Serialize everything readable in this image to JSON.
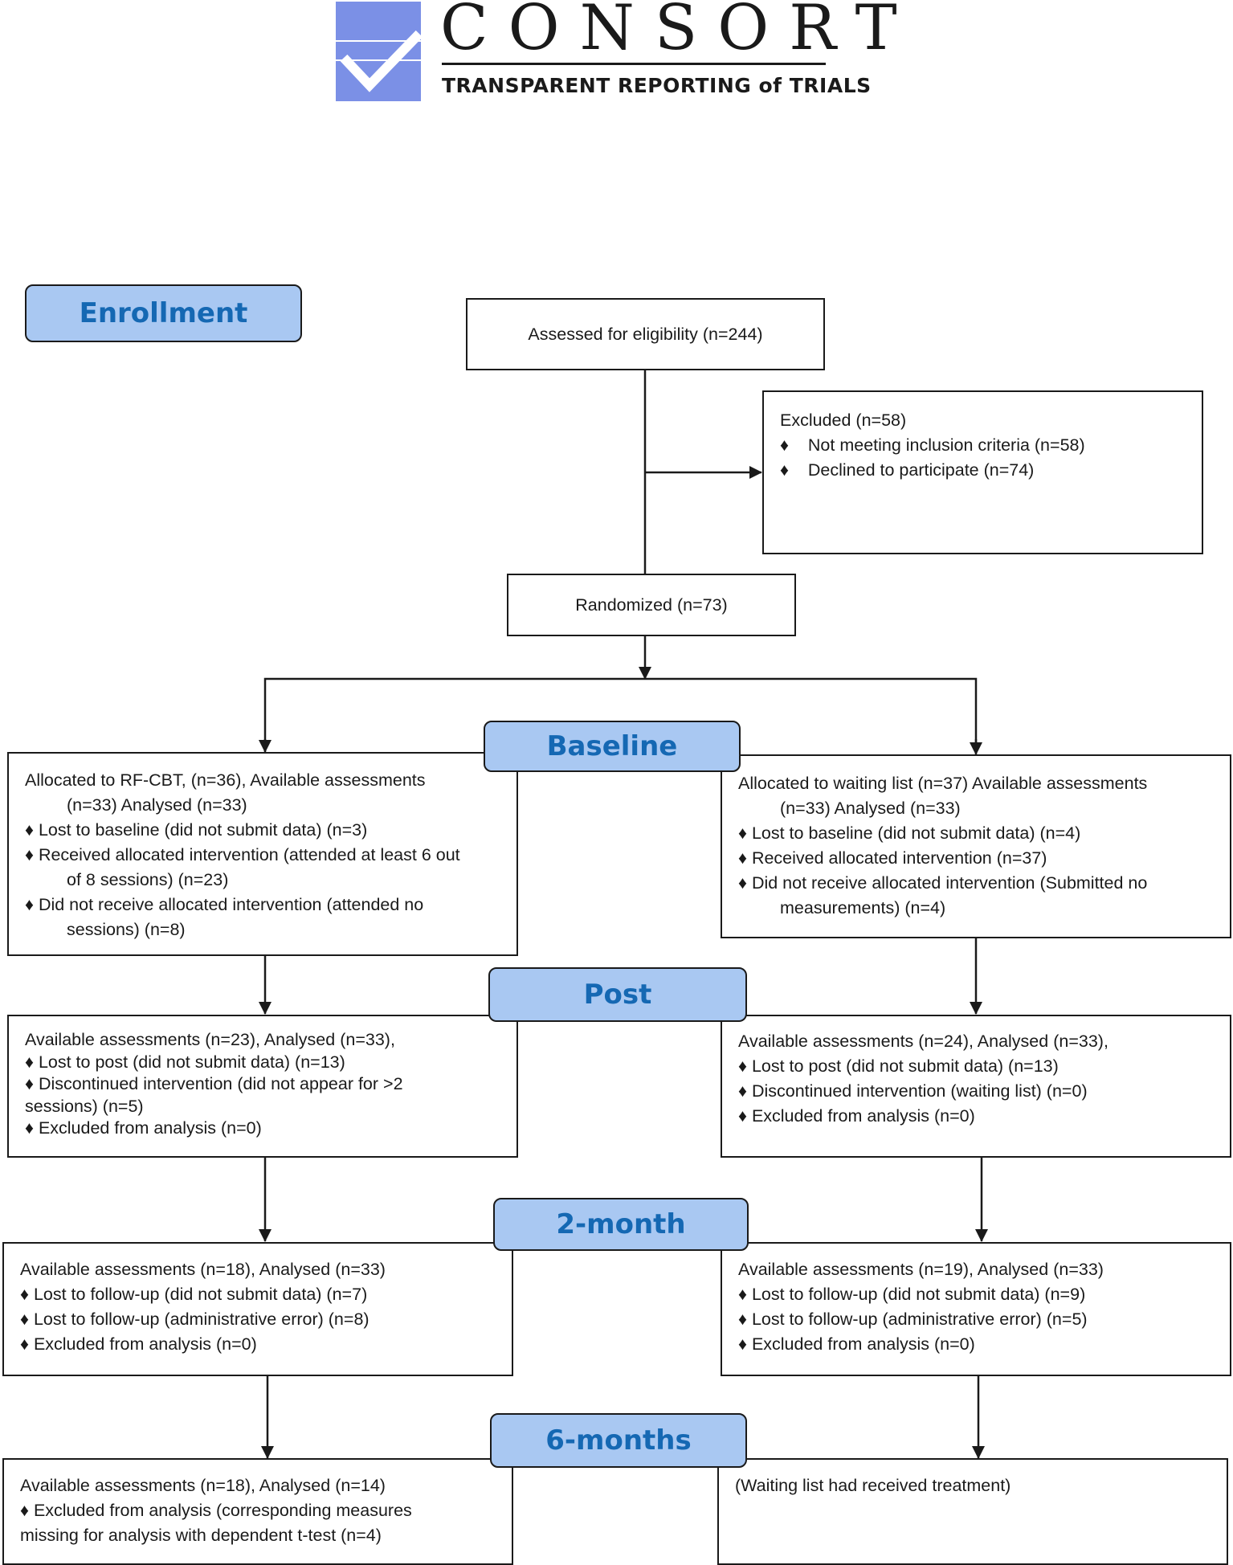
{
  "logo": {
    "wordmark": "CONSORT",
    "tagline": "TRANSPARENT REPORTING of TRIALS",
    "colors": {
      "blue": "#7b90e6",
      "dark": "#1a1a1a"
    }
  },
  "phases": {
    "enrollment": "Enrollment",
    "baseline": "Baseline",
    "post": "Post",
    "two_month": "2-month",
    "six_months": "6-months"
  },
  "enrollment": {
    "assessed": "Assessed for eligibility (n=244)",
    "excluded": {
      "title": "Excluded (n=58)",
      "items": [
        "Not meeting inclusion criteria (n=58)",
        "Declined to participate (n=74)"
      ]
    },
    "randomized": "Randomized (n=73)"
  },
  "baseline": {
    "left": {
      "lines": [
        {
          "text": "Allocated to RF-CBT, (n=36), Available assessments",
          "kind": "plain"
        },
        {
          "text": "(n=33) Analysed (n=33)",
          "kind": "indent"
        },
        {
          "text": "♦ Lost to baseline (did not submit data) (n=3)",
          "kind": "bullet"
        },
        {
          "text": "♦ Received allocated intervention (attended at least 6 out",
          "kind": "bullet"
        },
        {
          "text": "of 8 sessions) (n=23)",
          "kind": "indent"
        },
        {
          "text": "♦ Did not receive allocated intervention (attended no",
          "kind": "bullet"
        },
        {
          "text": "sessions) (n=8)",
          "kind": "indent"
        }
      ]
    },
    "right": {
      "lines": [
        {
          "text": "Allocated to waiting list (n=37) Available assessments",
          "kind": "plain"
        },
        {
          "text": "(n=33) Analysed (n=33)",
          "kind": "indent"
        },
        {
          "text": "♦ Lost to baseline (did not submit data) (n=4)",
          "kind": "bullet"
        },
        {
          "text": "♦ Received allocated intervention (n=37)",
          "kind": "bullet"
        },
        {
          "text": "♦ Did not receive allocated intervention (Submitted no",
          "kind": "bullet"
        },
        {
          "text": "measurements) (n=4)",
          "kind": "indent"
        }
      ]
    }
  },
  "post": {
    "left": {
      "lines": [
        {
          "text": "Available assessments (n=23), Analysed (n=33),",
          "kind": "plain"
        },
        {
          "text": "♦ Lost to post (did not submit data) (n=13)",
          "kind": "bullet"
        },
        {
          "text": "♦ Discontinued intervention (did not appear for >2",
          "kind": "bullet"
        },
        {
          "text": "sessions) (n=5)",
          "kind": "plain"
        },
        {
          "text": "♦ Excluded from analysis (n=0)",
          "kind": "bullet"
        }
      ]
    },
    "right": {
      "lines": [
        {
          "text": "Available assessments (n=24), Analysed (n=33),",
          "kind": "plain"
        },
        {
          "text": "♦ Lost to post (did not submit data) (n=13)",
          "kind": "bullet"
        },
        {
          "text": "♦ Discontinued intervention (waiting list) (n=0)",
          "kind": "bullet"
        },
        {
          "text": "♦ Excluded from analysis (n=0)",
          "kind": "bullet"
        }
      ]
    }
  },
  "two_month": {
    "left": {
      "lines": [
        {
          "text": "Available assessments (n=18), Analysed (n=33)",
          "kind": "plain"
        },
        {
          "text": "♦ Lost to follow-up (did not submit data) (n=7)",
          "kind": "bullet"
        },
        {
          "text": "♦ Lost to follow-up (administrative error) (n=8)",
          "kind": "bullet"
        },
        {
          "text": "♦ Excluded from analysis (n=0)",
          "kind": "bullet"
        }
      ]
    },
    "right": {
      "lines": [
        {
          "text": "Available assessments (n=19), Analysed (n=33)",
          "kind": "plain"
        },
        {
          "text": "♦ Lost to follow-up (did not submit data) (n=9)",
          "kind": "bullet"
        },
        {
          "text": "♦ Lost to follow-up (administrative error) (n=5)",
          "kind": "bullet"
        },
        {
          "text": "♦ Excluded from analysis (n=0)",
          "kind": "bullet"
        }
      ]
    }
  },
  "six_months": {
    "left": {
      "lines": [
        {
          "text": "Available assessments (n=18), Analysed (n=14)",
          "kind": "plain"
        },
        {
          "text": "♦ Excluded from analysis (corresponding measures",
          "kind": "bullet"
        },
        {
          "text": "missing for analysis with dependent t-test (n=4)",
          "kind": "plain"
        }
      ]
    },
    "right": {
      "lines": [
        {
          "text": "(Waiting list had received treatment)",
          "kind": "plain"
        }
      ]
    }
  }
}
